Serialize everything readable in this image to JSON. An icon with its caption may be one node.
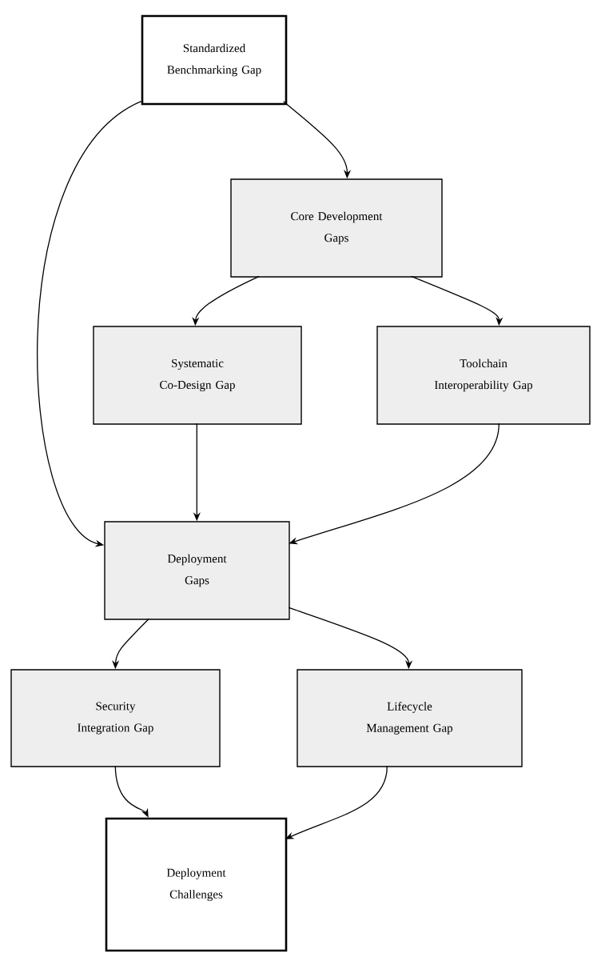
{
  "diagram": {
    "nodes": [
      {
        "text": [
          "Standardized Benchmarking Gap"
        ]
      },
      {
        "text": [
          "Core Development Gaps"
        ]
      },
      {
        "text": [
          "Systematic Co-Design Gap"
        ]
      },
      {
        "text": [
          "Toolchain Interoperability Gap"
        ]
      },
      {
        "text": [
          "Deployment Gaps"
        ]
      },
      {
        "text": [
          "Security Integration Gap"
        ]
      },
      {
        "text": [
          "Lifecycle Management Gap"
        ]
      },
      {
        "text": [
          "Deployment Challenges"
        ]
      }
    ],
    "edges": [
      {
        "from": 0,
        "to": 1,
        "arrow": "to"
      },
      {
        "from": 0,
        "to": 4,
        "arrow": "to"
      },
      {
        "from": 1,
        "to": 2,
        "arrow": "to"
      },
      {
        "from": 1,
        "to": 3,
        "arrow": "to"
      },
      {
        "from": 2,
        "to": 4,
        "arrow": "to"
      },
      {
        "from": 3,
        "to": 4,
        "arrow": "to"
      },
      {
        "from": 4,
        "to": 5,
        "arrow": "to"
      },
      {
        "from": 4,
        "to": 6,
        "arrow": "to"
      },
      {
        "from": 5,
        "to": 7,
        "arrow": "to"
      },
      {
        "from": 6,
        "to": 7,
        "arrow": "to"
      }
    ]
  }
}
